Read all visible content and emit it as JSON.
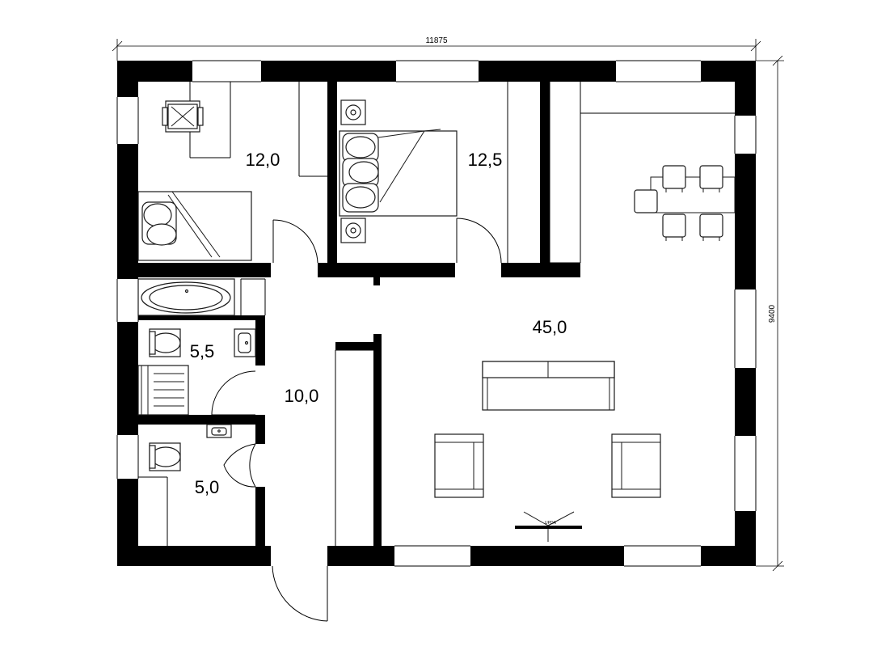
{
  "dimensions": {
    "width": "11875",
    "height": "9400"
  },
  "rooms": [
    {
      "id": "bedroom-left",
      "area": "12,0"
    },
    {
      "id": "bedroom-right",
      "area": "12,5"
    },
    {
      "id": "living-room",
      "area": "45,0"
    },
    {
      "id": "bathroom",
      "area": "5,5"
    },
    {
      "id": "hallway",
      "area": "10,0"
    },
    {
      "id": "toilet",
      "area": "5,0"
    }
  ],
  "tv_label": "UPDA",
  "colors": {
    "wall": "#000000",
    "background": "#ffffff"
  }
}
